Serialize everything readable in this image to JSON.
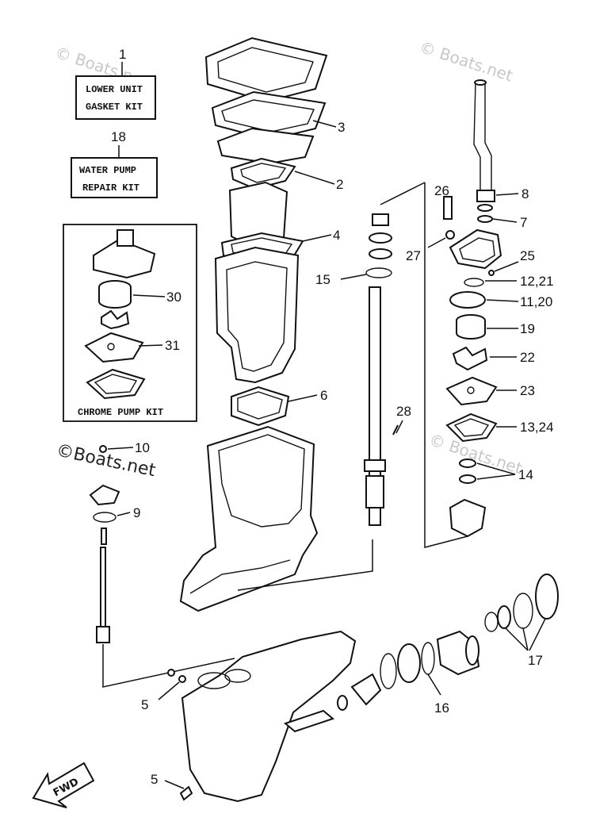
{
  "kits": {
    "gasket_kit": {
      "number": "1",
      "line1": "LOWER UNIT",
      "line2": "GASKET KIT"
    },
    "repair_kit": {
      "number": "18",
      "line1": "WATER PUMP",
      "line2": "REPAIR KIT"
    },
    "chrome_kit": {
      "label": "CHROME PUMP KIT",
      "number_30": "30",
      "number_31": "31"
    }
  },
  "callouts": {
    "c2": "2",
    "c3": "3",
    "c4": "4",
    "c5a": "5",
    "c5b": "5",
    "c6": "6",
    "c7": "7",
    "c8": "8",
    "c9": "9",
    "c10": "10",
    "c11_20": "11,20",
    "c12_21": "12,21",
    "c13_24": "13,24",
    "c14": "14",
    "c15": "15",
    "c16": "16",
    "c17": "17",
    "c19": "19",
    "c22": "22",
    "c23": "23",
    "c25": "25",
    "c26": "26",
    "c27": "27",
    "c28": "28"
  },
  "watermarks": {
    "top_left": "© Boats.net",
    "top_right": "© Boats.net",
    "mid_right": "© Boats.net",
    "center_left": "©Boats.net"
  },
  "fwd_label": "FWD",
  "colors": {
    "ink": "#111111",
    "watermark": "#c8c8c8",
    "background": "#ffffff"
  }
}
